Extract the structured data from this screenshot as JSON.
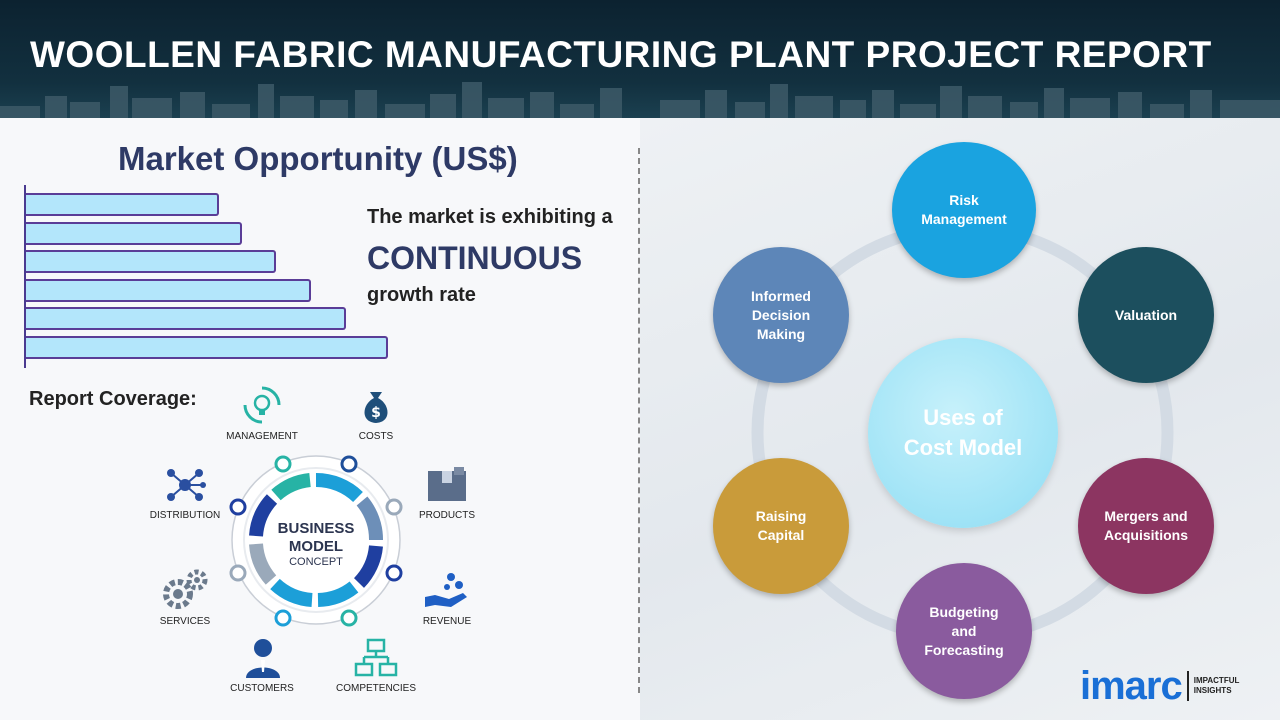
{
  "header": {
    "title": "WOOLLEN FABRIC MANUFACTURING PLANT PROJECT REPORT"
  },
  "market": {
    "title": "Market Opportunity (US$)",
    "bar_levels": [
      0.5,
      0.56,
      0.65,
      0.74,
      0.83,
      0.94
    ],
    "line1": "The market is exhibiting a",
    "line2": "CONTINUOUS",
    "line3": "growth rate"
  },
  "coverage": {
    "label": "Report Coverage:",
    "items": {
      "management": "MANAGEMENT",
      "costs": "COSTS",
      "distribution": "DISTRIBUTION",
      "products": "PRODUCTS",
      "services": "SERVICES",
      "revenue": "REVENUE",
      "customers": "CUSTOMERS",
      "competencies": "COMPETENCIES"
    },
    "center": {
      "line1": "BUSINESS",
      "line2": "MODEL",
      "line3": "CONCEPT"
    }
  },
  "uses": {
    "center_line1": "Uses of",
    "center_line2": "Cost Model",
    "risk": [
      "Risk",
      "Management"
    ],
    "valuation": [
      "Valuation"
    ],
    "mergers": [
      "Mergers and",
      "Acquisitions"
    ],
    "budgeting": [
      "Budgeting",
      "and",
      "Forecasting"
    ],
    "raising": [
      "Raising",
      "Capital"
    ],
    "informed": [
      "Informed",
      "Decision",
      "Making"
    ]
  },
  "logo": {
    "brand": "imarc",
    "tag1": "IMPACTFUL",
    "tag2": "INSIGHTS"
  },
  "colors": {
    "risk": "#1aa3e0",
    "valuation": "#1c4f5e",
    "mergers": "#8c3561",
    "budgeting": "#8a5b9e",
    "raising": "#c99b3a",
    "informed": "#5d86b8",
    "bar_fill": "#b3e6fb",
    "bar_border": "#5a3d97"
  }
}
